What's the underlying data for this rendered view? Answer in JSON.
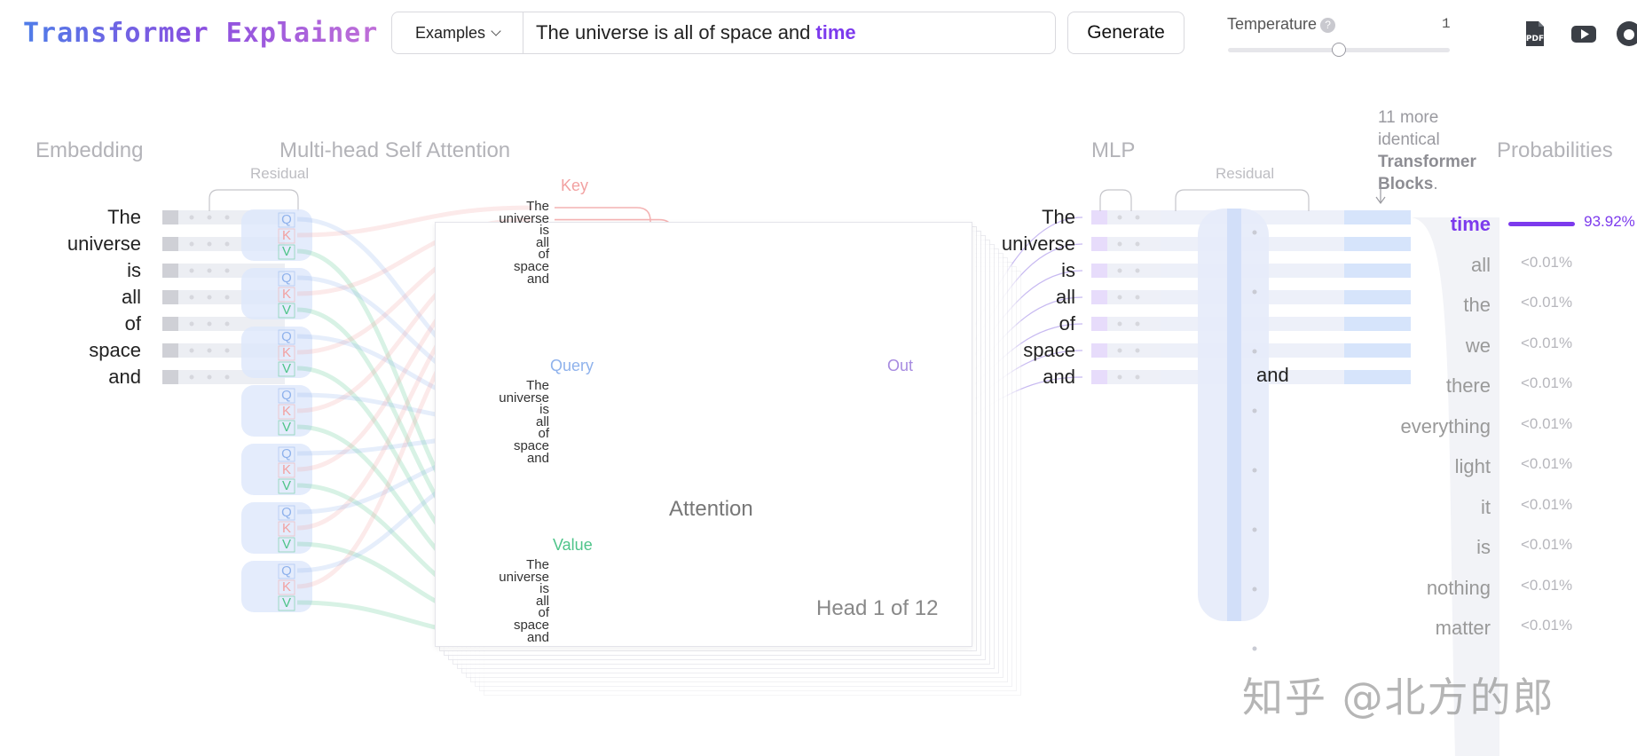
{
  "app": {
    "title": "Transformer Explainer"
  },
  "input": {
    "examples_label": "Examples",
    "prompt_text": "The universe is all of space and",
    "predicted_token": "time"
  },
  "toolbar": {
    "generate_label": "Generate"
  },
  "temperature": {
    "label": "Temperature",
    "help": "?",
    "value": "1",
    "slider_fraction": 0.5
  },
  "icons": [
    "pdf-icon",
    "youtube-icon",
    "github-icon"
  ],
  "sections": {
    "embedding": "Embedding",
    "attention": "Multi-head Self Attention",
    "residual": "Residual",
    "mlp": "MLP",
    "mlp_residual": "Residual",
    "probabilities": "Probabilities"
  },
  "more_blocks": {
    "line1": "11 more identical",
    "line2": "Transformer",
    "line3": "Blocks",
    "period": "."
  },
  "tokens": [
    "The",
    "universe",
    "is",
    "all",
    "of",
    "space",
    "and"
  ],
  "qkv": [
    "Q",
    "K",
    "V"
  ],
  "attention": {
    "key_label": "Key",
    "query_label": "Query",
    "value_label": "Value",
    "out_label": "Out",
    "title": "Attention",
    "head_label": "Head 1 of 12"
  },
  "mlp_last_token": "and",
  "probabilities": [
    {
      "token": "time",
      "prob": 0.9392,
      "label": "93.92%"
    },
    {
      "token": "all",
      "prob": 0.0001,
      "label": "<0.01%"
    },
    {
      "token": "the",
      "prob": 0.0001,
      "label": "<0.01%"
    },
    {
      "token": "we",
      "prob": 0.0001,
      "label": "<0.01%"
    },
    {
      "token": "there",
      "prob": 0.0001,
      "label": "<0.01%"
    },
    {
      "token": "everything",
      "prob": 0.0001,
      "label": "<0.01%"
    },
    {
      "token": "light",
      "prob": 0.0001,
      "label": "<0.01%"
    },
    {
      "token": "it",
      "prob": 0.0001,
      "label": "<0.01%"
    },
    {
      "token": "is",
      "prob": 0.0001,
      "label": "<0.01%"
    },
    {
      "token": "nothing",
      "prob": 0.0001,
      "label": "<0.01%"
    },
    {
      "token": "matter",
      "prob": 0.0001,
      "label": "<0.01%"
    }
  ],
  "watermark": "知乎 @北方的郎",
  "colors": {
    "accent": "#7c3aed",
    "query": "#8fb2ec",
    "key": "#f2a1a1",
    "value": "#4fc48a",
    "out": "#a78be0"
  }
}
